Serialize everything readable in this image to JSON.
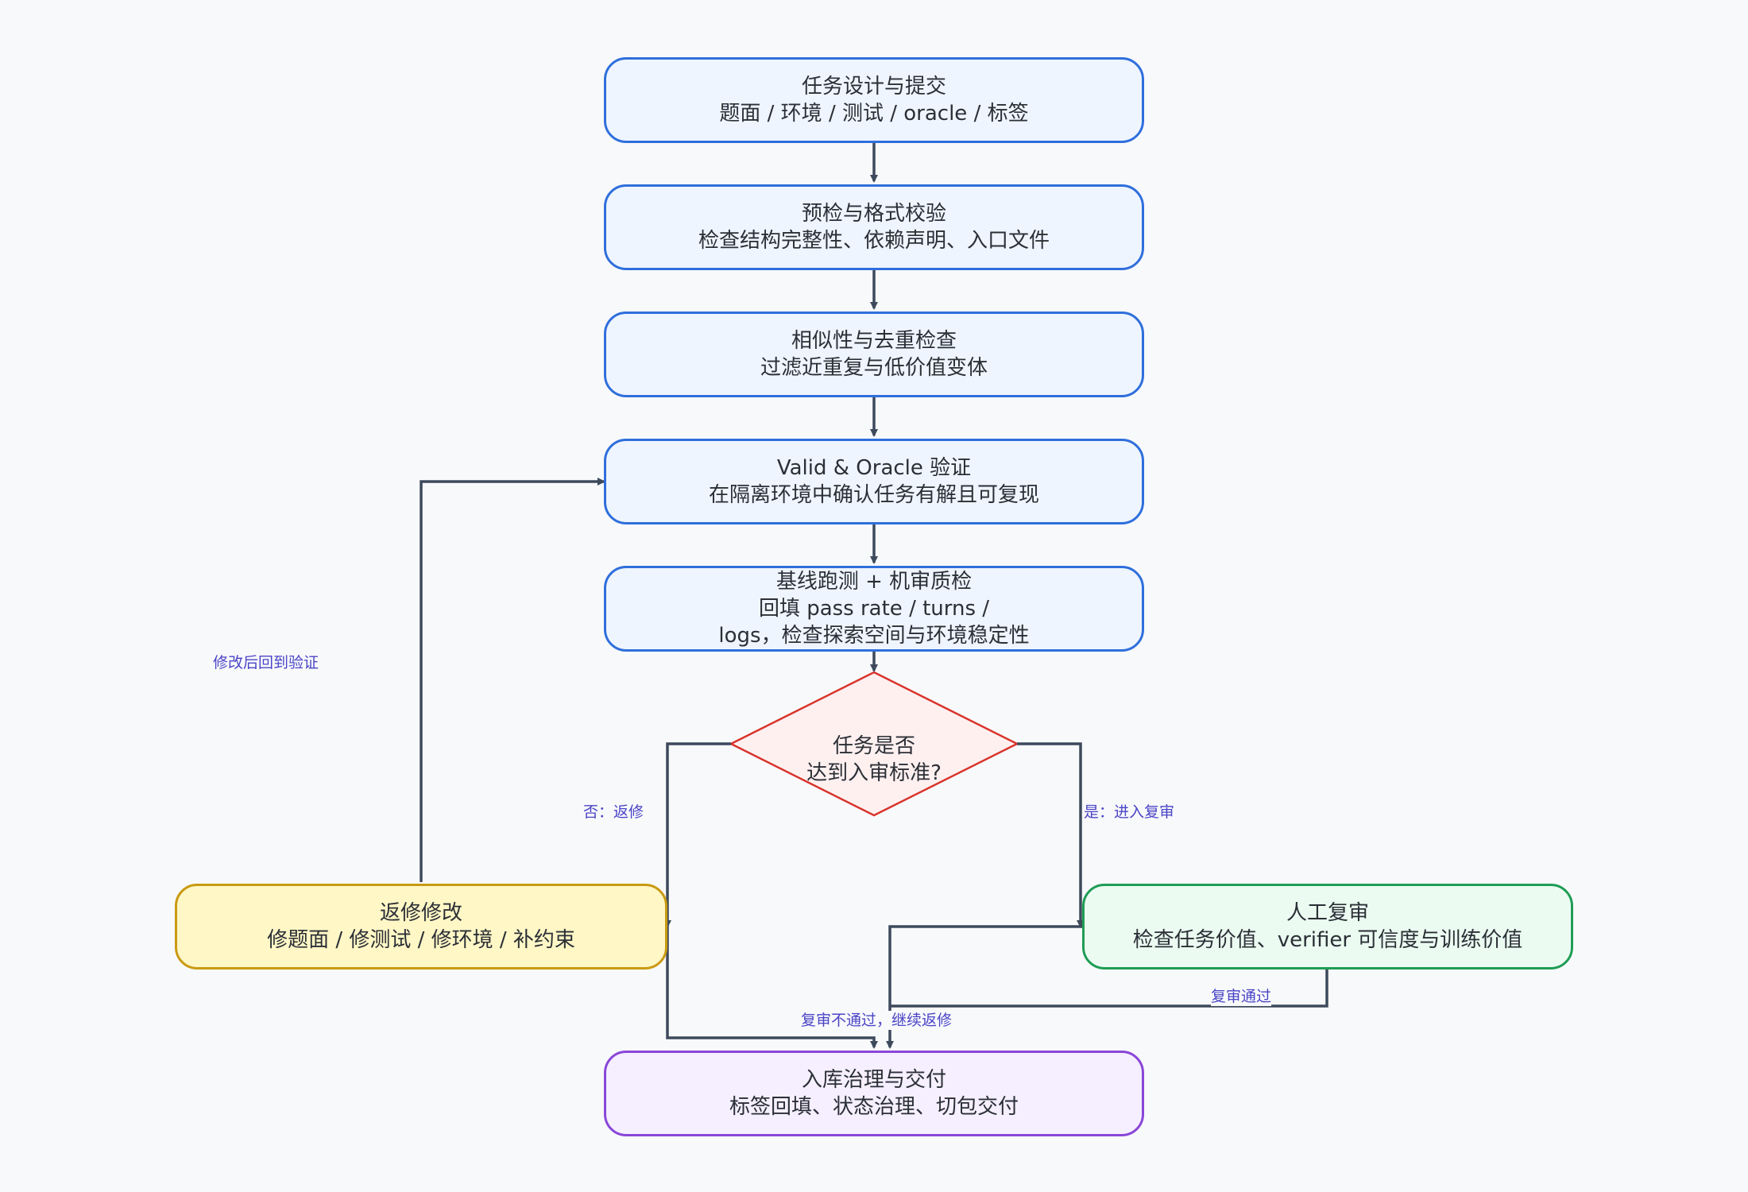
{
  "nodes": {
    "submit": {
      "line1": "任务设计与提交",
      "line2": "题面 / 环境 / 测试 / oracle / 标签"
    },
    "precheck": {
      "line1": "预检与格式校验",
      "line2": "检查结构完整性、依赖声明、入口文件"
    },
    "dedup": {
      "line1": "相似性与去重检查",
      "line2": "过滤近重复与低价值变体"
    },
    "validate": {
      "line1": "Valid & Oracle 验证",
      "line2": "在隔离环境中确认任务有解且可复现"
    },
    "baseline": {
      "line1": "基线跑测 + 机审质检",
      "line2": "回填 pass rate / turns /",
      "line3": "logs，检查探索空间与环境稳定性"
    },
    "decision": {
      "line1": "任务是否",
      "line2": "达到入审标准?"
    },
    "revise": {
      "line1": "返修修改",
      "line2": "修题面 / 修测试 / 修环境 / 补约束"
    },
    "review": {
      "line1": "人工复审",
      "line2": "检查任务价值、verifier 可信度与训练价值"
    },
    "deliver": {
      "line1": "入库治理与交付",
      "line2": "标签回填、状态治理、切包交付"
    }
  },
  "edge_labels": {
    "back_to_validate": "修改后回到验证",
    "no": "否：返修",
    "yes": "是：进入复审",
    "review_fail": "复审不通过，继续返修",
    "review_pass": "复审通过"
  },
  "colors": {
    "arrow": "#3d4a5c",
    "blue_border": "#2f6fdc",
    "blue_fill": "#eef5ff",
    "decision_border": "#d9342b",
    "decision_fill": "#fff0f0",
    "yellow_border": "#c99a12",
    "yellow_fill": "#fff7c6",
    "green_border": "#1f9d55",
    "green_fill": "#ebfbf1",
    "purple_border": "#8a46d8",
    "purple_fill": "#f5efff",
    "label_text": "#4a45c6"
  }
}
